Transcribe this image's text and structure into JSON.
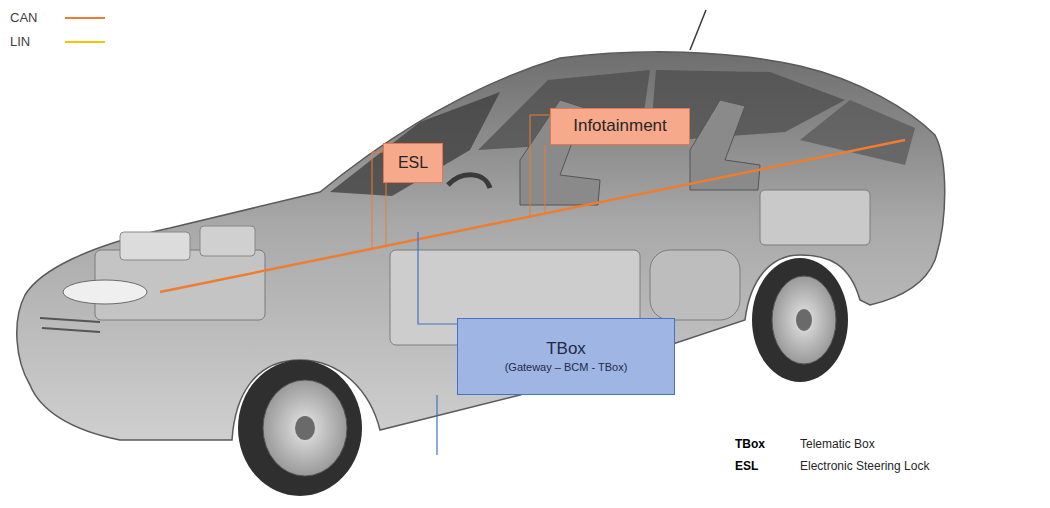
{
  "diagram": {
    "nodes": [
      {
        "text": [
          "ESL"
        ]
      },
      {
        "text": [
          "Infotainment"
        ]
      },
      {
        "text": [
          "TBox",
          "(Gateway – BCM - TBox)"
        ]
      }
    ],
    "labels": [
      "TBox",
      "Telematic Box",
      "ESL",
      "Electronic Steering Lock"
    ],
    "legend": [
      {
        "text": "CAN"
      },
      {
        "text": "LIN"
      }
    ]
  }
}
